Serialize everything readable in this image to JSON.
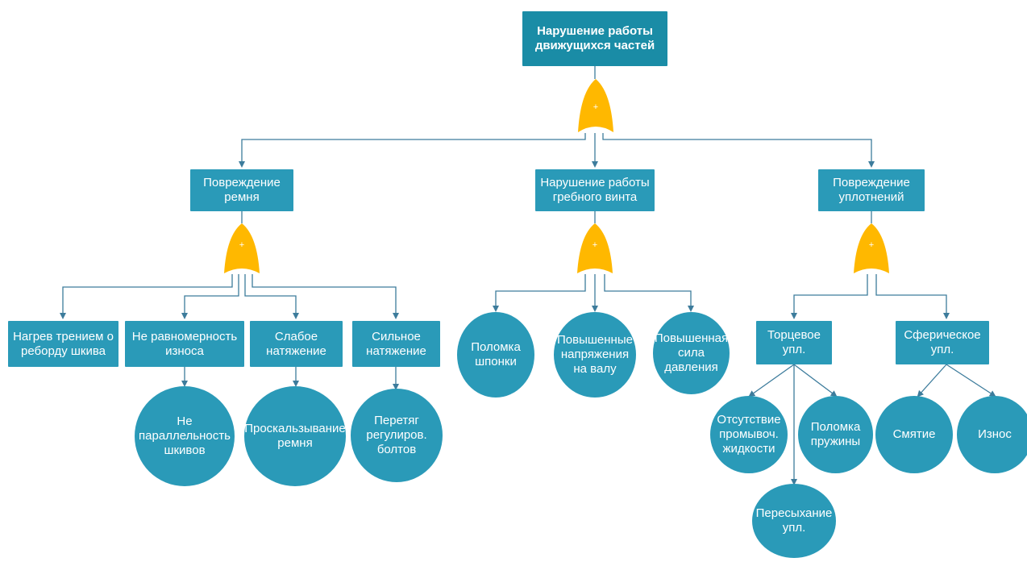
{
  "diagram": {
    "colors": {
      "node": "#2a9ab8",
      "root": "#1a8ca6",
      "gate": "#ffb800",
      "line": "#3d7c9c"
    },
    "gate_symbol": "+",
    "nodes": {
      "root": "Нарушение работы движущихся частей",
      "belt_damage": "Повреждение ремня",
      "propeller": "Нарушение работы гребного винта",
      "seals": "Повреждение уплотнений",
      "friction_heat": "Нагрев трением о реборду шкива",
      "uneven_wear": "Не равномерность износа",
      "weak_tension": "Слабое натяжение",
      "strong_tension": "Сильное натяжение",
      "non_parallel": "Не параллельность шкивов",
      "belt_slip": "Проскальзывание ремня",
      "bolt_overtight": "Перетяг регулиров. болтов",
      "key_break": "Поломка шпонки",
      "shaft_stress": "Повышенные напряжения на валу",
      "pressure": "Повышенная сила давления",
      "face_seal": "Торцевое упл.",
      "spherical_seal": "Сферическое упл.",
      "no_flush": "Отсутствие промывоч. жидкости",
      "spring_break": "Поломка пружины",
      "seal_drying": "Пересыхание упл.",
      "crumpling": "Смятие",
      "wear": "Износ"
    }
  }
}
